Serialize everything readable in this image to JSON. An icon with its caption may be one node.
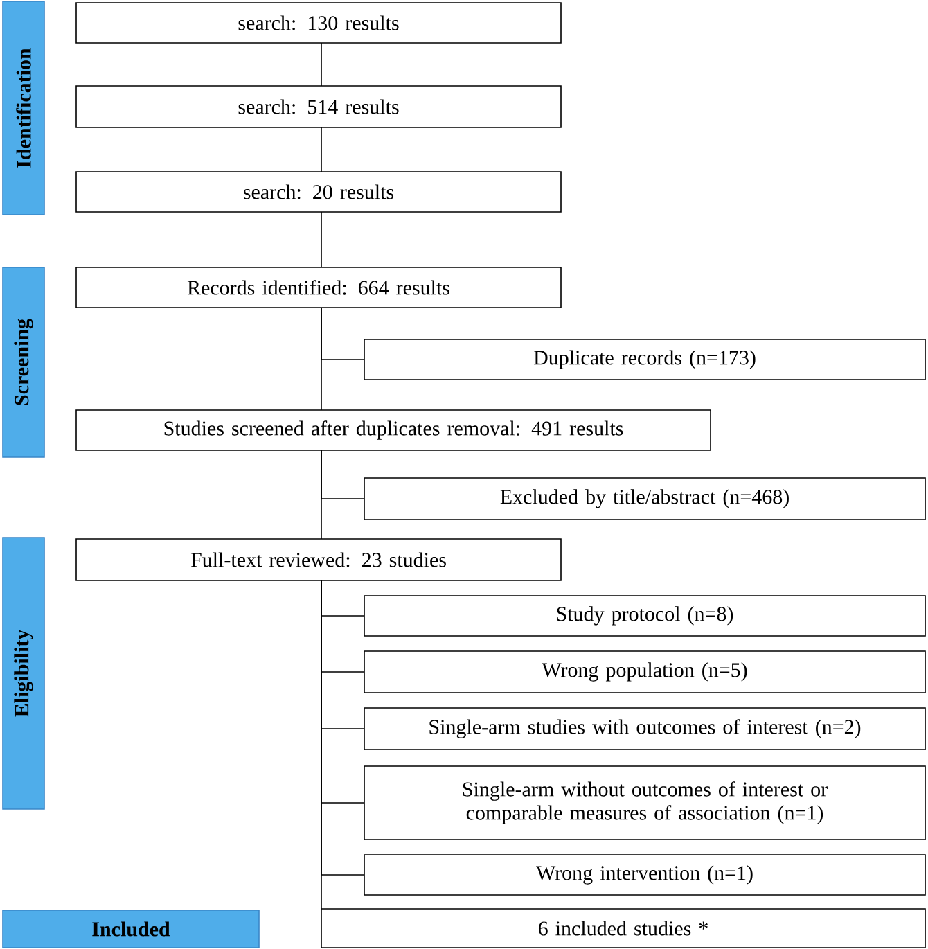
{
  "diagram": {
    "nodes": [
      {
        "text": [
          "Identification"
        ]
      },
      {
        "text": [
          "Screening"
        ]
      },
      {
        "text": [
          "Eligibility"
        ]
      },
      {
        "text": [
          "Included"
        ]
      },
      {
        "text": [
          "search: 130 results"
        ]
      },
      {
        "text": [
          "search: 514 results"
        ]
      },
      {
        "text": [
          "search: 20 results"
        ]
      },
      {
        "text": [
          "Records identified: 664 results"
        ]
      },
      {
        "text": [
          "Duplicate records (n=173)"
        ]
      },
      {
        "text": [
          "Studies screened after duplicates removal: 491 results"
        ]
      },
      {
        "text": [
          "Excluded by title/abstract (n=468)"
        ]
      },
      {
        "text": [
          "Full-text reviewed: 23 studies"
        ]
      },
      {
        "text": [
          "Study protocol (n=8)"
        ]
      },
      {
        "text": [
          "Wrong population (n=5)"
        ]
      },
      {
        "text": [
          "Single-arm studies with outcomes of interest (n=2)"
        ]
      },
      {
        "text": [
          "Single-arm without outcomes of interest or comparable measures of association (n=1)"
        ]
      },
      {
        "text": [
          "Wrong intervention (n=1)"
        ]
      },
      {
        "text": [
          "6 included studies *"
        ]
      }
    ],
    "edges": [
      {
        "from": 4,
        "to": 5,
        "arrow": "none"
      },
      {
        "from": 5,
        "to": 6,
        "arrow": "none"
      },
      {
        "from": 6,
        "to": 7,
        "arrow": "none"
      },
      {
        "from": 7,
        "to": 8,
        "arrow": "none"
      },
      {
        "from": 7,
        "to": 9,
        "arrow": "none"
      },
      {
        "from": 9,
        "to": 10,
        "arrow": "none"
      },
      {
        "from": 9,
        "to": 11,
        "arrow": "none"
      },
      {
        "from": 11,
        "to": 12,
        "arrow": "none"
      },
      {
        "from": 11,
        "to": 13,
        "arrow": "none"
      },
      {
        "from": 11,
        "to": 14,
        "arrow": "none"
      },
      {
        "from": 11,
        "to": 15,
        "arrow": "none"
      },
      {
        "from": 11,
        "to": 16,
        "arrow": "none"
      },
      {
        "from": 11,
        "to": 17,
        "arrow": "none"
      }
    ]
  }
}
